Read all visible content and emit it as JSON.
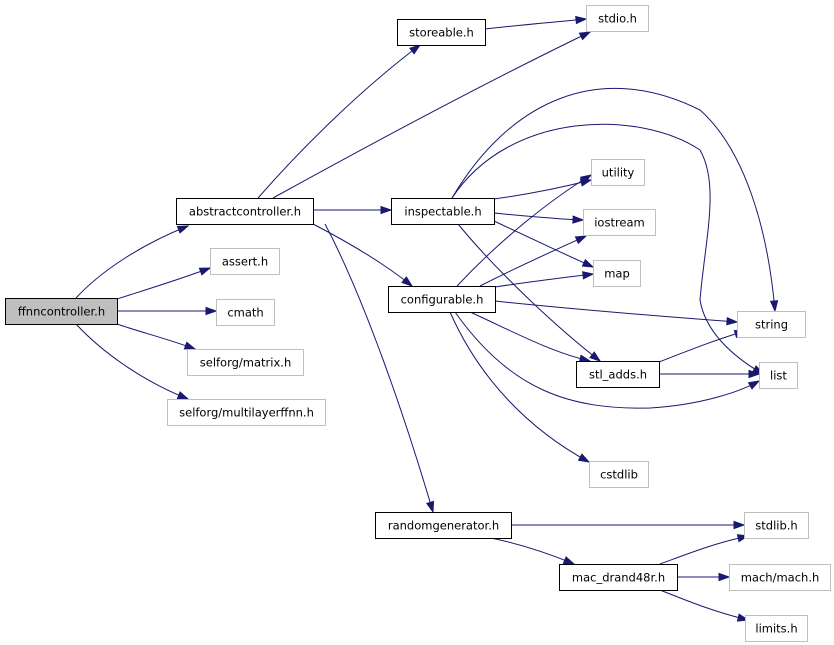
{
  "graph": {
    "nodes": {
      "ffnncontroller": "ffnncontroller.h",
      "abstractcontroller": "abstractcontroller.h",
      "assert": "assert.h",
      "cmath": "cmath",
      "matrix": "selforg/matrix.h",
      "multilayerffnn": "selforg/multilayerffnn.h",
      "storeable": "storeable.h",
      "stdio": "stdio.h",
      "inspectable": "inspectable.h",
      "configurable": "configurable.h",
      "utility": "utility",
      "iostream": "iostream",
      "map": "map",
      "string": "string",
      "stl_adds": "stl_adds.h",
      "list": "list",
      "cstdlib": "cstdlib",
      "randomgenerator": "randomgenerator.h",
      "stdlib": "stdlib.h",
      "mac_drand48r": "mac_drand48r.h",
      "mach": "mach/mach.h",
      "limits": "limits.h"
    },
    "edges": [
      [
        "ffnncontroller",
        "abstractcontroller"
      ],
      [
        "ffnncontroller",
        "assert"
      ],
      [
        "ffnncontroller",
        "cmath"
      ],
      [
        "ffnncontroller",
        "matrix"
      ],
      [
        "ffnncontroller",
        "multilayerffnn"
      ],
      [
        "abstractcontroller",
        "storeable"
      ],
      [
        "abstractcontroller",
        "stdio"
      ],
      [
        "abstractcontroller",
        "inspectable"
      ],
      [
        "abstractcontroller",
        "configurable"
      ],
      [
        "abstractcontroller",
        "randomgenerator"
      ],
      [
        "storeable",
        "stdio"
      ],
      [
        "inspectable",
        "string"
      ],
      [
        "inspectable",
        "list"
      ],
      [
        "inspectable",
        "utility"
      ],
      [
        "inspectable",
        "iostream"
      ],
      [
        "inspectable",
        "map"
      ],
      [
        "inspectable",
        "stl_adds"
      ],
      [
        "configurable",
        "utility"
      ],
      [
        "configurable",
        "iostream"
      ],
      [
        "configurable",
        "map"
      ],
      [
        "configurable",
        "string"
      ],
      [
        "configurable",
        "stl_adds"
      ],
      [
        "configurable",
        "list"
      ],
      [
        "configurable",
        "cstdlib"
      ],
      [
        "stl_adds",
        "string"
      ],
      [
        "stl_adds",
        "list"
      ],
      [
        "randomgenerator",
        "stdlib"
      ],
      [
        "randomgenerator",
        "mac_drand48r"
      ],
      [
        "mac_drand48r",
        "stdlib"
      ],
      [
        "mac_drand48r",
        "mach"
      ],
      [
        "mac_drand48r",
        "limits"
      ]
    ]
  }
}
